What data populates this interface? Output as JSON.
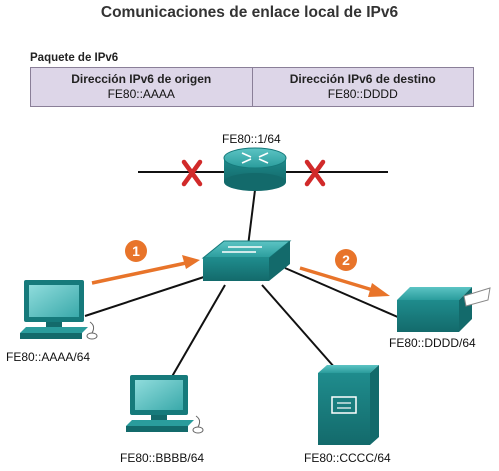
{
  "title": "Comunicaciones de enlace local de IPv6",
  "packet": {
    "label": "Paquete de IPv6",
    "source_header": "Dirección IPv6 de origen",
    "source_value": "FE80::AAAA",
    "dest_header": "Dirección IPv6 de destino",
    "dest_value": "FE80::DDDD"
  },
  "nodes": {
    "router": "FE80::1/64",
    "host_a": "FE80::AAAA/64",
    "host_b": "FE80::BBBB/64",
    "server_c": "FE80::CCCC/64",
    "printer_d": "FE80::DDDD/64"
  },
  "steps": {
    "step1": "1",
    "step2": "2"
  },
  "colors": {
    "device_teal": "#2a9c9c",
    "device_dark": "#167a7b",
    "arrow_orange": "#e8742a",
    "blocked_red": "#d12a2a",
    "packet_fill": "#ddd6e8"
  },
  "icons": {
    "router": "router-icon",
    "switch": "switch-icon",
    "pc": "pc-icon",
    "server": "server-icon",
    "printer": "printer-icon",
    "blocked": "x-mark-icon"
  }
}
